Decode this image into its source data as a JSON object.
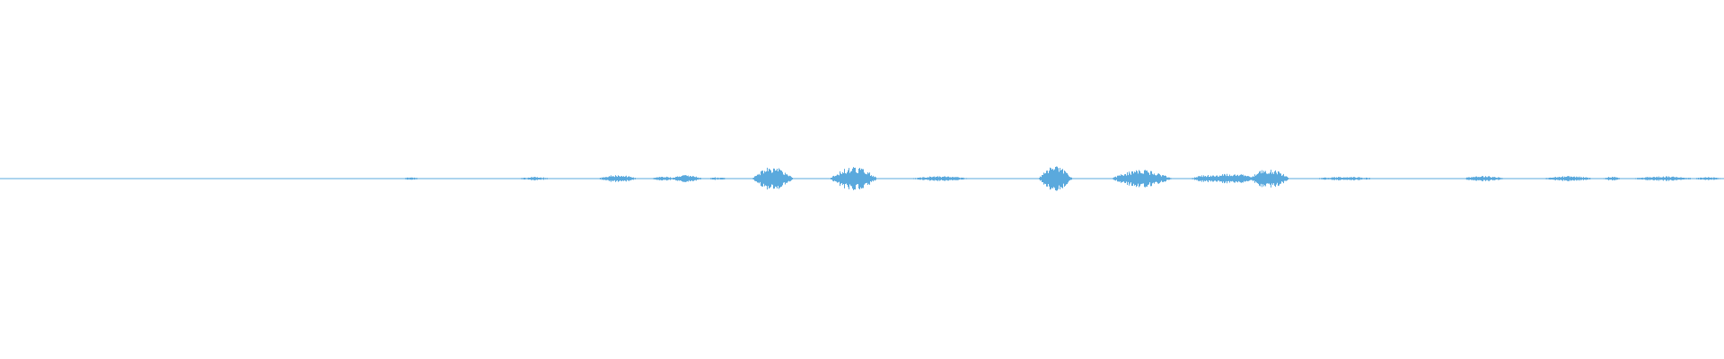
{
  "waveform": {
    "color": "#5aa9dd",
    "background": "#ffffff",
    "baseline_amplitude": 0.02,
    "bursts": [
      {
        "position": 0.309,
        "amplitude": 0.01,
        "width": 0.004
      },
      {
        "position": 0.31,
        "amplitude": 0.0,
        "width": 0.002
      },
      {
        "position": 0.238,
        "amplitude": 0.1,
        "width": 0.006
      },
      {
        "position": 0.31,
        "amplitude": 0.14,
        "width": 0.01
      },
      {
        "position": 0.358,
        "amplitude": 0.3,
        "width": 0.012
      },
      {
        "position": 0.385,
        "amplitude": 0.16,
        "width": 0.008
      },
      {
        "position": 0.398,
        "amplitude": 0.28,
        "width": 0.01
      },
      {
        "position": 0.416,
        "amplitude": 0.12,
        "width": 0.006
      },
      {
        "position": 0.448,
        "amplitude": 0.95,
        "width": 0.012
      },
      {
        "position": 0.495,
        "amplitude": 0.95,
        "width": 0.014
      },
      {
        "position": 0.545,
        "amplitude": 0.2,
        "width": 0.018
      },
      {
        "position": 0.612,
        "amplitude": 1.0,
        "width": 0.01
      },
      {
        "position": 0.662,
        "amplitude": 0.7,
        "width": 0.018
      },
      {
        "position": 0.7,
        "amplitude": 0.3,
        "width": 0.01
      },
      {
        "position": 0.714,
        "amplitude": 0.4,
        "width": 0.016
      },
      {
        "position": 0.736,
        "amplitude": 0.8,
        "width": 0.012
      },
      {
        "position": 0.78,
        "amplitude": 0.15,
        "width": 0.02
      },
      {
        "position": 0.86,
        "amplitude": 0.22,
        "width": 0.014
      },
      {
        "position": 0.91,
        "amplitude": 0.2,
        "width": 0.016
      },
      {
        "position": 0.935,
        "amplitude": 0.16,
        "width": 0.006
      },
      {
        "position": 0.965,
        "amplitude": 0.18,
        "width": 0.02
      },
      {
        "position": 0.99,
        "amplitude": 0.12,
        "width": 0.01
      }
    ],
    "gap": {
      "start": 0.202,
      "end": 0.204
    }
  }
}
